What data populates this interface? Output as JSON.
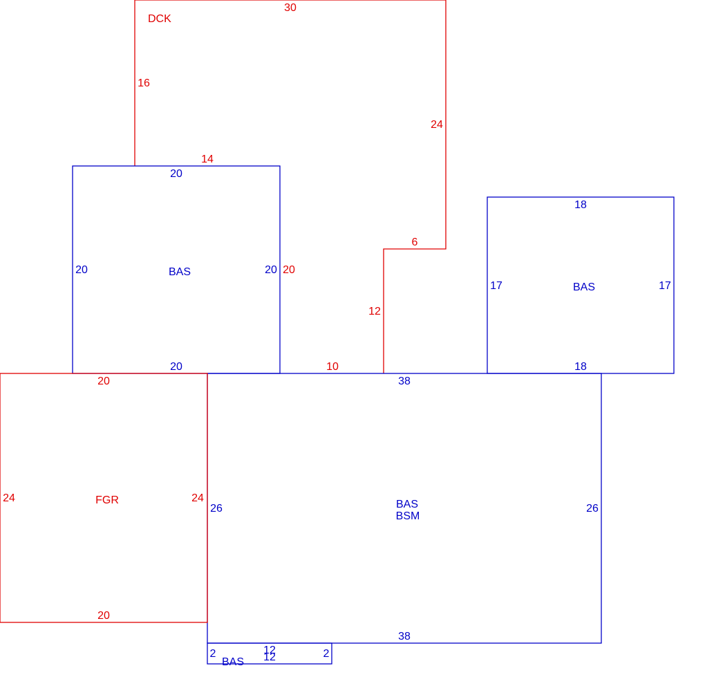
{
  "colors": {
    "deck": "#e00000",
    "garage": "#e00000",
    "living": "#0000c8"
  },
  "areas": {
    "deck": {
      "code": "DCK",
      "sides": [
        "30",
        "24",
        "6",
        "12",
        "10",
        "20",
        "14",
        "16"
      ]
    },
    "bas_upper_left": {
      "code": "BAS",
      "sides": [
        "20",
        "20",
        "20",
        "20"
      ]
    },
    "bas_right": {
      "code": "BAS",
      "sides": [
        "18",
        "17",
        "18",
        "17"
      ]
    },
    "garage": {
      "code": "FGR",
      "sides": [
        "20",
        "24",
        "20",
        "24"
      ]
    },
    "main": {
      "code": "BAS",
      "code2": "BSM",
      "sides": [
        "38",
        "26",
        "38",
        "26"
      ]
    },
    "bay": {
      "code": "BAS",
      "sides": [
        "12",
        "2",
        "12",
        "2"
      ]
    }
  }
}
